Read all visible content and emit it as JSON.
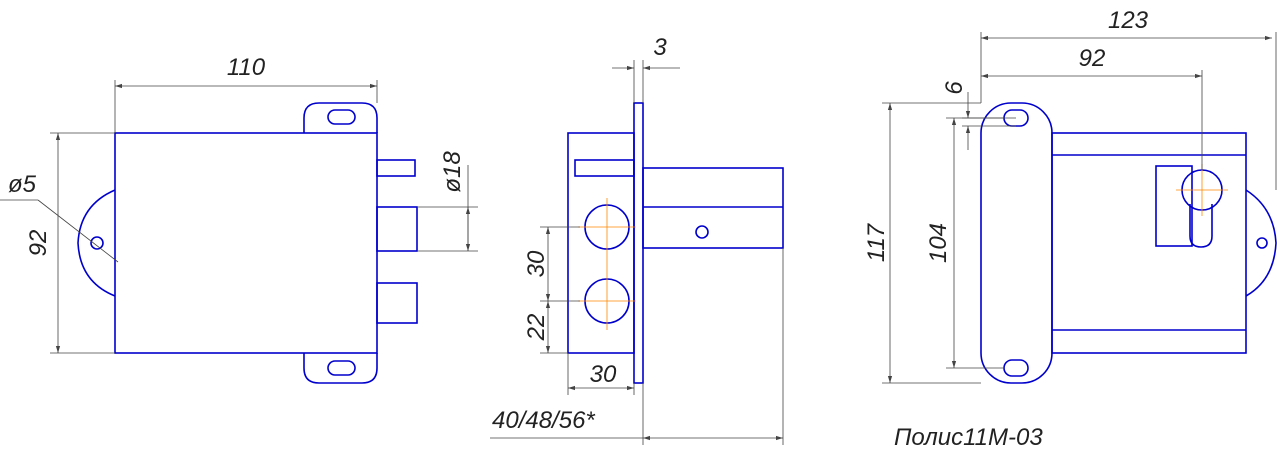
{
  "front_view": {
    "width": "110",
    "height": "92",
    "hole": "ø5",
    "shaft": "ø18"
  },
  "side_view": {
    "flange": "3",
    "spacing_upper": "30",
    "spacing_lower": "22",
    "depth": "30",
    "length": "40/48/56*"
  },
  "end_view": {
    "total_width": "123",
    "inner_width": "92",
    "offset": "6",
    "total_height": "117",
    "inner_height": "104"
  },
  "model": "Полис11М-03",
  "colors": {
    "part": "#0000cc",
    "center": "#ff8800",
    "dimension": "#444444"
  }
}
